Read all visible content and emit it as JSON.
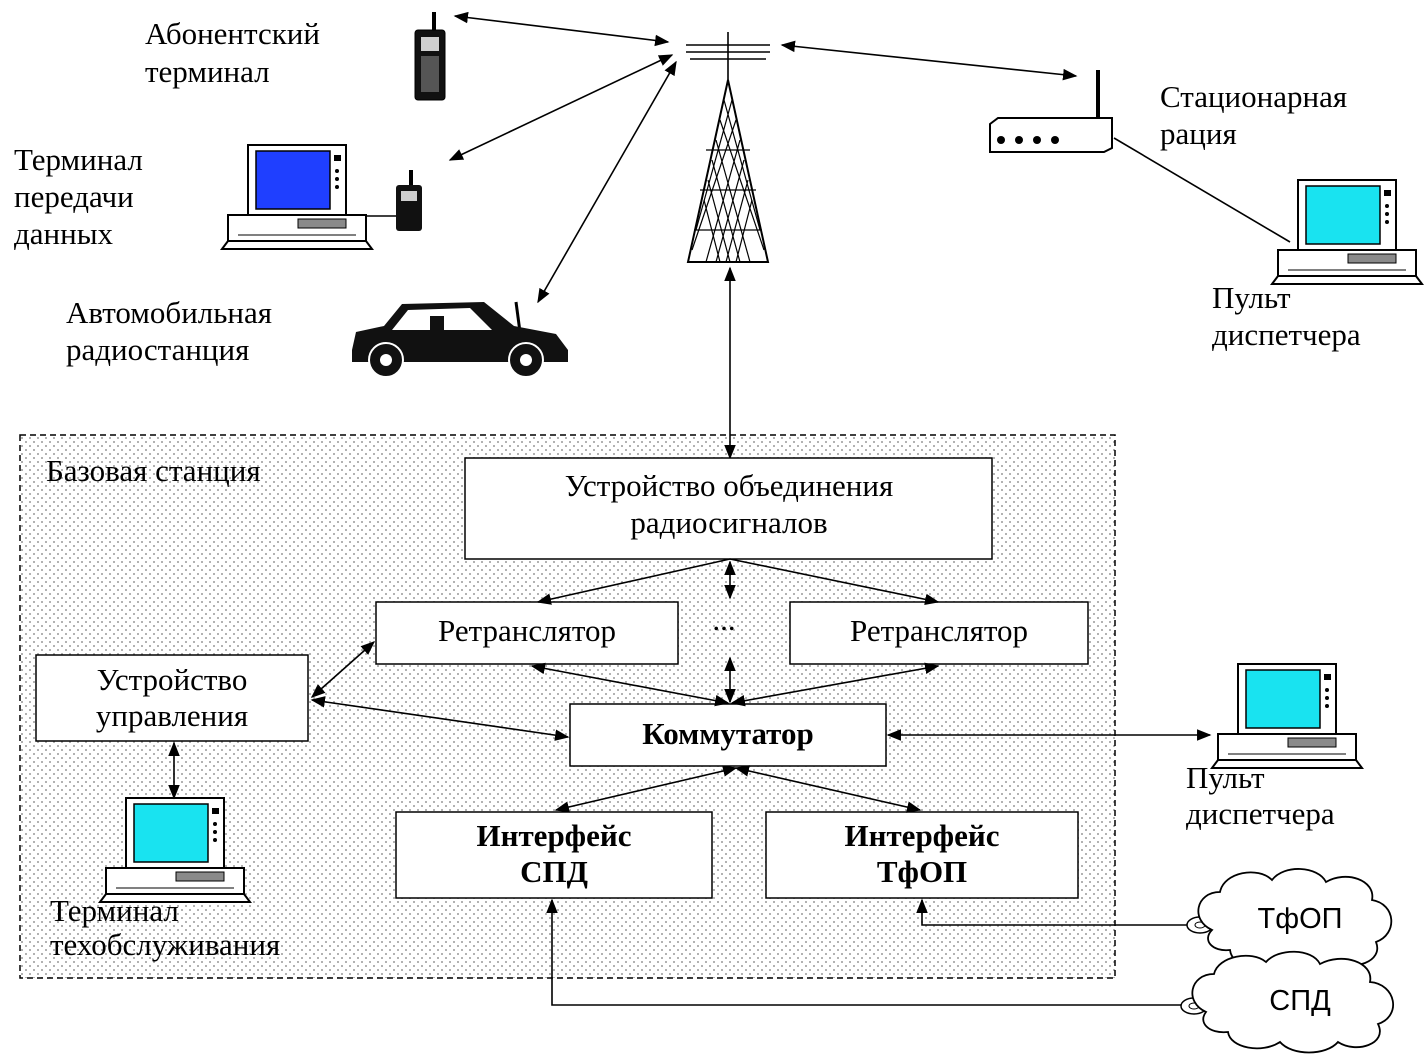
{
  "labels": {
    "subscriber_terminal": [
      "Абонентский",
      "терминал"
    ],
    "data_terminal": [
      "Терминал",
      "передачи",
      "данных"
    ],
    "car_station": [
      "Автомобильная",
      "радиостанция"
    ],
    "stationary_radio": [
      "Стационарная",
      "рация"
    ],
    "dispatcher_console_top": [
      "Пульт",
      "диспетчера"
    ],
    "base_station": "Базовая станция",
    "combiner": [
      "Устройство объединения",
      "радиосигналов"
    ],
    "repeater_left": "Ретранслятор",
    "repeater_ellipsis": "...",
    "repeater_right": "Ретранслятор",
    "control_unit": [
      "Устройство",
      "управления"
    ],
    "switch": "Коммутатор",
    "dispatcher_console_right": [
      "Пульт",
      "диспетчера"
    ],
    "spd_interface": [
      "Интерфейс",
      "СПД"
    ],
    "pstn_interface": [
      "Интерфейс",
      "ТфОП"
    ],
    "maintenance_terminal": [
      "Терминал",
      "техобслуживания"
    ],
    "pstn_cloud": "ТфОП",
    "spd_cloud": "СПД"
  },
  "colors": {
    "screen_blue": "#1f3fff",
    "screen_cyan": "#19e3f0",
    "dot_fill": "#9a9a9a"
  },
  "icons": [
    "cell-phone-icon",
    "computer-terminal-icon",
    "car-icon",
    "antenna-tower-icon",
    "radio-base-icon",
    "cloud-icon"
  ]
}
